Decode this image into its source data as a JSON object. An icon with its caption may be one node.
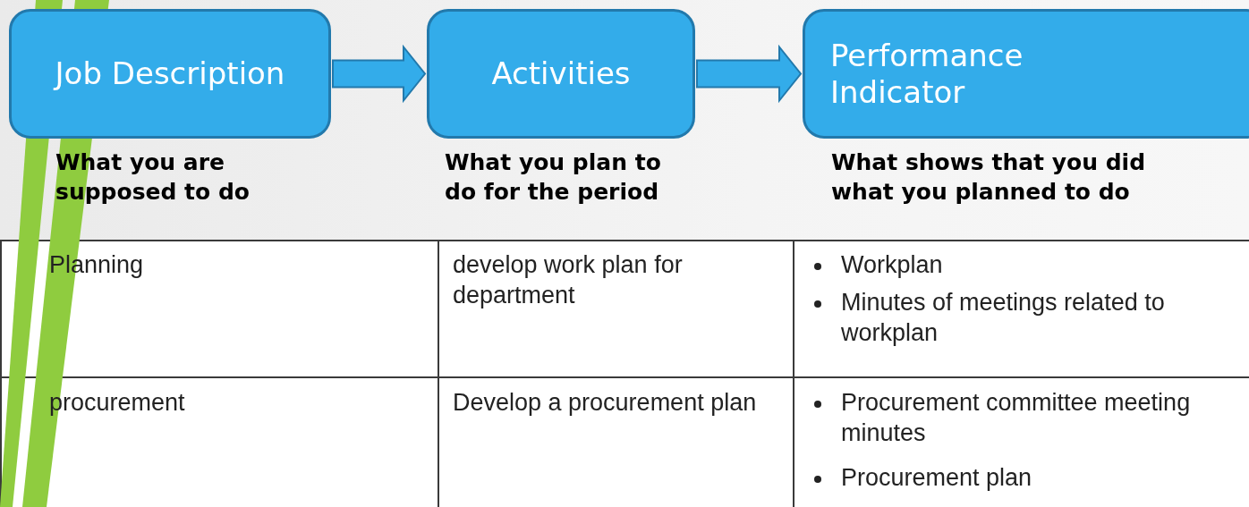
{
  "diagram": {
    "nodes": [
      {
        "text": [
          "Job Description"
        ],
        "beside": [
          "What you are supposed to do"
        ]
      },
      {
        "text": [
          "Activities"
        ],
        "beside": [
          "What you plan to do for the period"
        ]
      },
      {
        "text": [
          "Performance Indicator"
        ],
        "beside": [
          "What shows that you did what you planned to do"
        ]
      }
    ],
    "edges": [
      {
        "from": 0,
        "to": 1,
        "arrow": "to"
      },
      {
        "from": 1,
        "to": 2,
        "arrow": "to"
      }
    ],
    "labels": [
      "Planning",
      "develop work plan for department",
      "Workplan",
      "Minutes of meetings related to workplan",
      "procurement",
      "Develop a procurement plan",
      "Procurement committee meeting minutes",
      "Procurement plan"
    ]
  }
}
